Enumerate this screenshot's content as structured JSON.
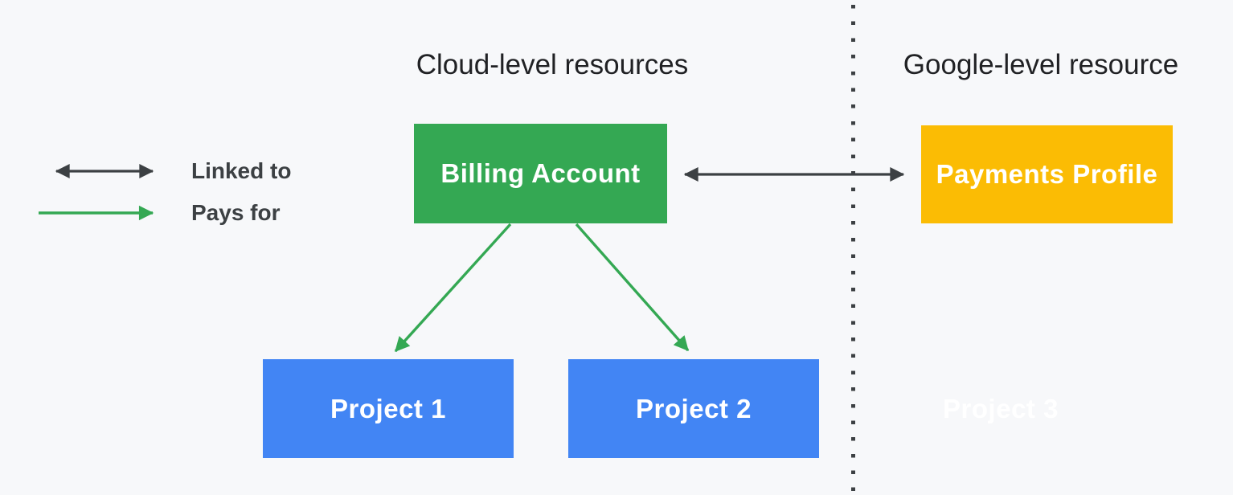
{
  "diagram": {
    "headings": {
      "cloud": "Cloud-level resources",
      "google": "Google-level resource"
    },
    "legend": {
      "linked_to": {
        "label": "Linked to",
        "arrow_style": "double-headed",
        "arrow_color": "#3c4043"
      },
      "pays_for": {
        "label": "Pays for",
        "arrow_style": "single-headed",
        "arrow_color": "#34a853"
      }
    },
    "nodes": {
      "billing_account": {
        "label": "Billing Account",
        "fill": "#34a853",
        "text_color": "#ffffff"
      },
      "payments_profile": {
        "label": "Payments Profile",
        "fill": "#fbbc04",
        "text_color": "#ffffff"
      },
      "project_1": {
        "label": "Project 1",
        "fill": "#4285f4",
        "text_color": "#ffffff"
      },
      "project_2": {
        "label": "Project 2",
        "fill": "#4285f4",
        "text_color": "#ffffff"
      },
      "project_3": {
        "label": "Project 3",
        "fill": "transparent",
        "text_color": "#ffffff"
      }
    },
    "connectors": [
      {
        "from": "billing_account",
        "to": "payments_profile",
        "type": "linked_to"
      },
      {
        "from": "billing_account",
        "to": "project_1",
        "type": "pays_for"
      },
      {
        "from": "billing_account",
        "to": "project_2",
        "type": "pays_for"
      }
    ],
    "colors": {
      "background": "#f7f8fa",
      "green": "#34a853",
      "yellow": "#fbbc04",
      "blue": "#4285f4",
      "dark_arrow": "#3c4043",
      "heading_text": "#202124",
      "legend_text": "#3c4043",
      "divider_dots": "#3c4043",
      "node_text": "#ffffff"
    }
  }
}
